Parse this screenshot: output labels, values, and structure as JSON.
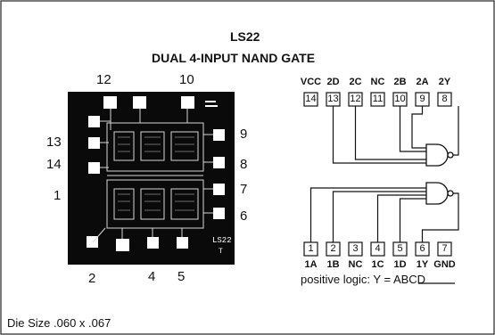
{
  "header": {
    "part_number": "LS22",
    "description": "DUAL 4-INPUT NAND GATE"
  },
  "die": {
    "marking_line1": "LS22",
    "marking_line2": "T",
    "size_label": "Die Size .060 x .067",
    "pad_numbers": {
      "top_left": "12",
      "top_right": "10",
      "left_1": "13",
      "left_2": "14",
      "left_3": "1",
      "right_1": "9",
      "right_2": "8",
      "right_3": "7",
      "right_4": "6",
      "bottom_1": "2",
      "bottom_2": "4",
      "bottom_3": "5"
    }
  },
  "logic": {
    "top_pins": [
      {
        "number": "14",
        "name": "VCC"
      },
      {
        "number": "13",
        "name": "2D"
      },
      {
        "number": "12",
        "name": "2C"
      },
      {
        "number": "11",
        "name": "NC"
      },
      {
        "number": "10",
        "name": "2B"
      },
      {
        "number": "9",
        "name": "2A"
      },
      {
        "number": "8",
        "name": "2Y"
      }
    ],
    "bottom_pins": [
      {
        "number": "1",
        "name": "1A"
      },
      {
        "number": "2",
        "name": "1B"
      },
      {
        "number": "3",
        "name": "NC"
      },
      {
        "number": "4",
        "name": "1C"
      },
      {
        "number": "5",
        "name": "1D"
      },
      {
        "number": "6",
        "name": "1Y"
      },
      {
        "number": "7",
        "name": "GND"
      }
    ],
    "equation_prefix": "positive logic: Y = ",
    "equation_overbar": "ABCD"
  },
  "colors": {
    "ink": "#111111",
    "die_body": "#0a0a0a",
    "pad": "#ffffff",
    "paper": "#ffffff"
  }
}
